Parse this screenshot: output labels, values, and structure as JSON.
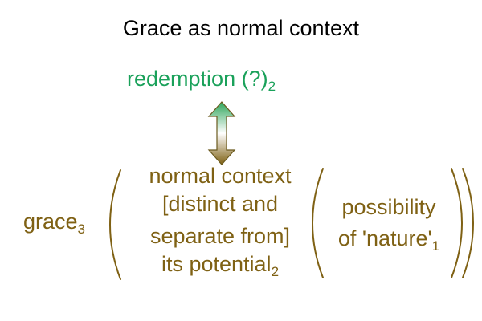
{
  "title": "Grace as normal context",
  "top_term": {
    "text": "redemption (?)",
    "subscript": "2"
  },
  "left_term": {
    "text": "grace",
    "subscript": "3"
  },
  "center_block": {
    "line1": "normal context",
    "line2": "[distinct and",
    "line3": "separate from]",
    "line4_text": "its potential",
    "line4_subscript": "2"
  },
  "right_block": {
    "line1": "possibility",
    "line2_text": "of 'nature'",
    "line2_subscript": "1"
  },
  "colors": {
    "title": "#000000",
    "green": "#1aa15a",
    "olive": "#7f6114",
    "arrow_top": "#2ea55a",
    "arrow_mid": "#ffffff",
    "arrow_bottom": "#7f6114"
  },
  "icons": {
    "arrow": "double-headed-vertical-arrow-icon"
  }
}
